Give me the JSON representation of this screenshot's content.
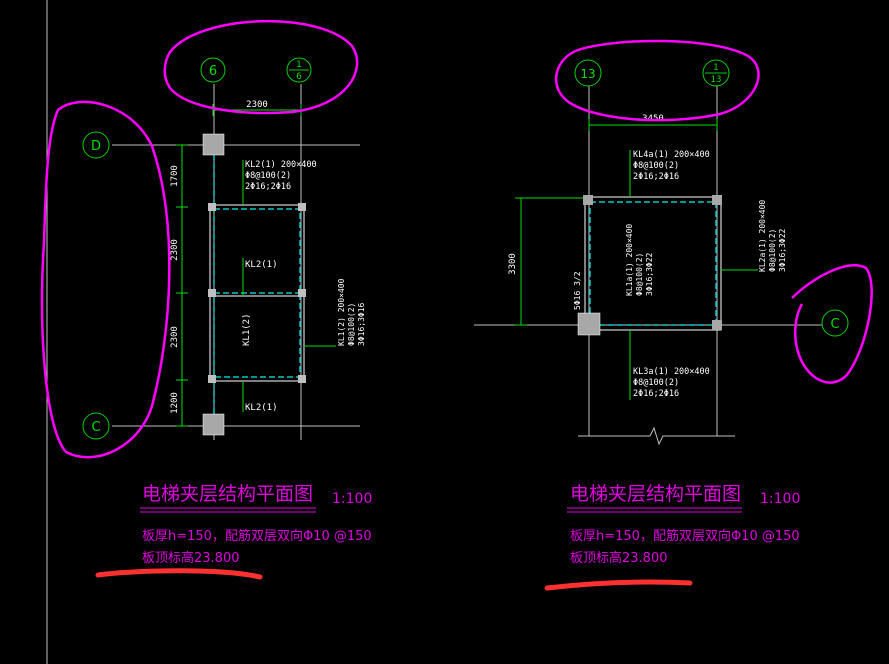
{
  "colors": {
    "background": "#000000",
    "grid_line": "#bfbfbf",
    "axis_bubble": "#00d000",
    "beam_cyan": "#00c8c8",
    "beam_green": "#00e000",
    "dimension": "#00e000",
    "annotation": "#ffffff",
    "title_magenta": "#e000e0",
    "markup_magenta": "#ff00ff",
    "markup_red": "#ff3030"
  },
  "left_plan": {
    "axes": {
      "col_a": "6",
      "col_b": "1/6",
      "row_top": "D",
      "row_bottom": "C"
    },
    "col_b_num": "1",
    "col_b_den": "6",
    "dims": {
      "width": "2300",
      "d1": "1700",
      "d2": "2300",
      "d3": "2300",
      "d4": "1200"
    },
    "beam_top_lines": [
      "KL2(1) 200×400",
      "Φ8@100(2)",
      "2Φ16;2Φ16"
    ],
    "beam_mid": "KL2(1)",
    "beam_left": "KL1(2)",
    "beam_right_lines": [
      "KL1(2) 200×400",
      "Φ8@100(2)",
      "3Φ16;3Φ16"
    ],
    "beam_bottom": "KL2(1)",
    "title": "电梯夹层结构平面图",
    "scale": "1:100",
    "note_line1": "板厚h=150，配筋双层双向Φ10 @150",
    "note_line2": "板顶标高23.800"
  },
  "right_plan": {
    "axes": {
      "col_a": "13",
      "col_b": "1/13",
      "row": "C"
    },
    "col_b_num": "1",
    "col_b_den": "13",
    "dims": {
      "width": "3450",
      "height": "3300"
    },
    "beam_top_lines": [
      "KL4a(1) 200×400",
      "Φ8@100(2)",
      "2Φ16;2Φ16"
    ],
    "beam_center_lines": [
      "KL1a(1) 200×400",
      "Φ8@100(2)",
      "3Φ16;3Φ22"
    ],
    "beam_right_lines": [
      "KL2a(1) 200×400",
      "Φ8@100(2)",
      "3Φ16;3Φ22"
    ],
    "beam_left_small": "5Φ16 3/2",
    "beam_bottom_lines": [
      "KL3a(1) 200×400",
      "Φ8@100(2)",
      "2Φ16;2Φ16"
    ],
    "title": "电梯夹层结构平面图",
    "scale": "1:100",
    "note_line1": "板厚h=150，配筋双层双向Φ10 @150",
    "note_line2": "板顶标高23.800"
  }
}
